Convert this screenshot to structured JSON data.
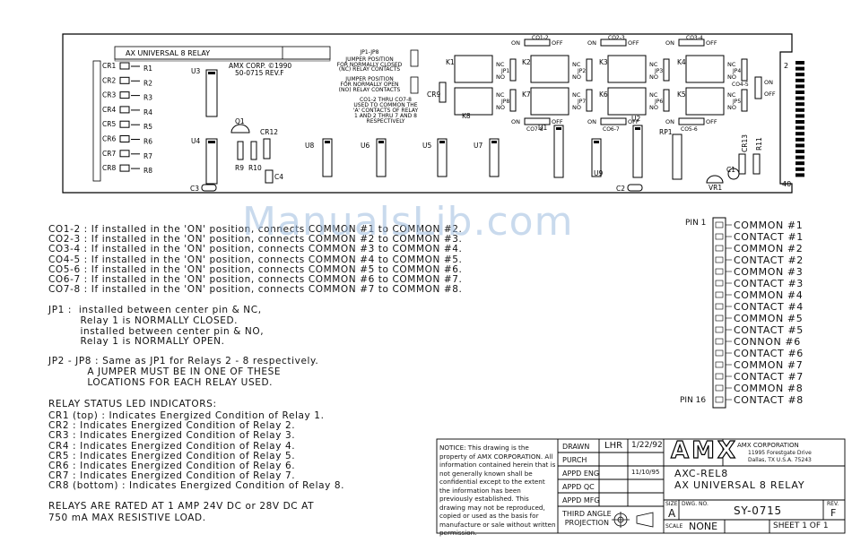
{
  "board": {
    "title": "AX UNIVERSAL 8 RELAY",
    "maker": "AMX CORP. ©1990",
    "part_rev": "50-0715 REV.F",
    "jumper_note": [
      "JP1-JP8",
      "JUMPER POSITION",
      "FOR NORMALLY CLOSED",
      "(NC) RELAY CONTACTS",
      "JUMPER POSITION",
      "FOR NORMALLY OPEN",
      "(NO) RELAY CONTACTS"
    ],
    "co_note": [
      "CO1-2 THRU CO7-8",
      "USED TO COMMON THE",
      "'A' CONTACTS OF RELAY",
      "1 AND 2 THRU 7 AND 8",
      "RESPECTIVELY"
    ],
    "leds": [
      "CR1",
      "CR2",
      "CR3",
      "CR4",
      "CR5",
      "CR6",
      "CR7",
      "CR8"
    ],
    "resistors": [
      "R1",
      "R2",
      "R3",
      "R4",
      "R5",
      "R6",
      "R7",
      "R8"
    ],
    "chips": [
      "U3",
      "U4",
      "U8",
      "U6",
      "U5",
      "U7",
      "U1",
      "U9",
      "U2"
    ],
    "relays_top": [
      "K1",
      "K2",
      "K3",
      "K4"
    ],
    "relays_bottom": [
      "K8",
      "K7",
      "K6",
      "K5"
    ],
    "co_top": [
      "CO1-2",
      "CO2-3",
      "CO3-4"
    ],
    "co_bottom": [
      "CO7-8",
      "CO6-7",
      "CO5-6"
    ],
    "co_side": "CO4-5",
    "jp": [
      "JP1",
      "JP2",
      "JP3",
      "JP4",
      "JP8",
      "JP7",
      "JP6",
      "JP5"
    ],
    "on": "ON",
    "off": "OFF",
    "nc": "NC",
    "no": "NO",
    "misc": {
      "q1": "Q1",
      "cr12": "CR12",
      "r9": "R9",
      "r10": "R10",
      "c4": "C4",
      "c3": "C3",
      "c2": "C2",
      "rp1": "RP1",
      "cr13": "CR13",
      "r11": "R11",
      "c1": "C1",
      "vr1": "VR1",
      "cr9": "CR9",
      "pin2": "2",
      "pin40": "40"
    }
  },
  "notes": {
    "co_lines": [
      "CO1-2 : If installed in the 'ON' position, connects COMMON #1 to COMMON #2.",
      "CO2-3 : If installed in the 'ON' position, connects COMMON #2 to COMMON #3.",
      "CO3-4 : If installed in the 'ON' position, connects COMMON #3 to COMMON #4.",
      "CO4-5 : If installed in the 'ON' position, connects COMMON #4 to COMMON #5.",
      "CO5-6 : If installed in the 'ON' position, connects COMMON #5 to COMMON #6.",
      "CO6-7 : If installed in the 'ON' position, connects COMMON #6 to COMMON #7.",
      "CO7-8 : If installed in the 'ON' position, connects COMMON #7 to COMMON #8."
    ],
    "jp1": "JP1 :  installed between center pin & NC,\n         Relay 1 is NORMALLY CLOSED.\n         installed between center pin & NO,\n         Relay 1 is NORMALLY OPEN.",
    "jp2": "JP2 - JP8 : Same as JP1 for Relays 2 - 8 respectively.\n           A JUMPER MUST BE IN ONE OF THESE\n           LOCATIONS FOR EACH RELAY USED.",
    "led_title": "RELAY STATUS LED INDICATORS:",
    "led_lines": [
      "CR1 (top) : Indicates Energized Condition of Relay 1.",
      "CR2 : Indicates Energized Condition of Relay 2.",
      "CR3 : Indicates Energized Condition of Relay 3.",
      "CR4 : Indicates Energized Condition of Relay 4.",
      "CR5 : Indicates Energized Condition of Relay 5.",
      "CR6 : Indicates Energized Condition of Relay 6.",
      "CR7 : Indicates Energized Condition of Relay 7.",
      "CR8 (bottom) : Indicates Energized Condition of Relay 8."
    ],
    "rating": "RELAYS ARE RATED AT 1 AMP 24V DC or 28V DC AT\n750 mA MAX RESISTIVE LOAD."
  },
  "connector": {
    "pin_first": "PIN 1",
    "pin_last": "PIN 16",
    "labels": [
      "COMMON #1",
      "CONTACT #1",
      "COMMON #2",
      "CONTACT #2",
      "COMMON #3",
      "CONTACT #3",
      "COMMON #4",
      "CONTACT #4",
      "COMMON #5",
      "CONTACT #5",
      "CONNON #6",
      "CONTACT #6",
      "COMMON #7",
      "CONTACT #7",
      "COMMON #8",
      "CONTACT #8"
    ]
  },
  "title_block": {
    "notice": "NOTICE: This drawing is the property of AMX CORPORATION. All information contained herein that is not generally known shall be confidential except to the extent the information has been previously established. This drawing may not be reproduced, copied or used as the basis for manufacture or sale without written permission.",
    "drawn": "DRAWN",
    "drawn_by": "LHR",
    "drawn_date": "1/22/92",
    "purch": "PURCH",
    "appd_eng": "APPD ENG",
    "appd_eng_date": "11/10/95",
    "appd_qc": "APPD QC",
    "appd_mfg": "APPD MFG",
    "projection": "THIRD ANGLE\nPROJECTION",
    "logo": "AMX",
    "company": "AMX CORPORATION",
    "address1": "11995 Forestgate Drive",
    "address2": "Dallas, TX U.S.A. 75243",
    "model": "AXC-REL8",
    "desc": "AX UNIVERSAL 8 RELAY",
    "size_label": "SIZE",
    "size": "A",
    "dwg_label": "DWG. NO.",
    "dwg": "SY-0715",
    "rev_label": "REV.",
    "rev": "F",
    "scale_label": "SCALE",
    "scale": "NONE",
    "sheet": "SHEET 1 OF 1"
  },
  "watermark": "ManualsLib.com"
}
